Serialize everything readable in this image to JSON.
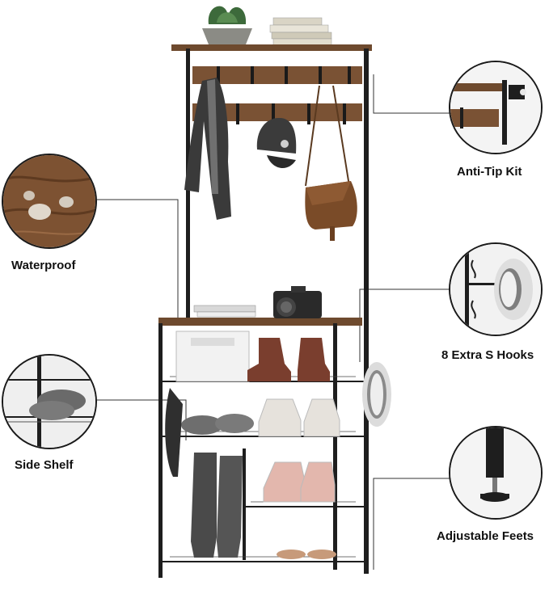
{
  "features": {
    "waterproof": {
      "label": "Waterproof",
      "icon": "wood-water-droplet-icon"
    },
    "anti_tip": {
      "label": "Anti-Tip Kit",
      "icon": "wall-bracket-icon"
    },
    "s_hooks": {
      "label": "8 Extra S Hooks",
      "icon": "s-hook-hat-icon"
    },
    "side_shelf": {
      "label": "Side Shelf",
      "icon": "side-shelf-shoes-icon"
    },
    "adjustable_feet": {
      "label": "Adjustable Feets",
      "icon": "adjustable-foot-icon"
    }
  },
  "colors": {
    "frame": "#1e1e1e",
    "wood": "#6e4a2e",
    "wood_light": "#8a5f3c",
    "label_text": "#111111"
  }
}
